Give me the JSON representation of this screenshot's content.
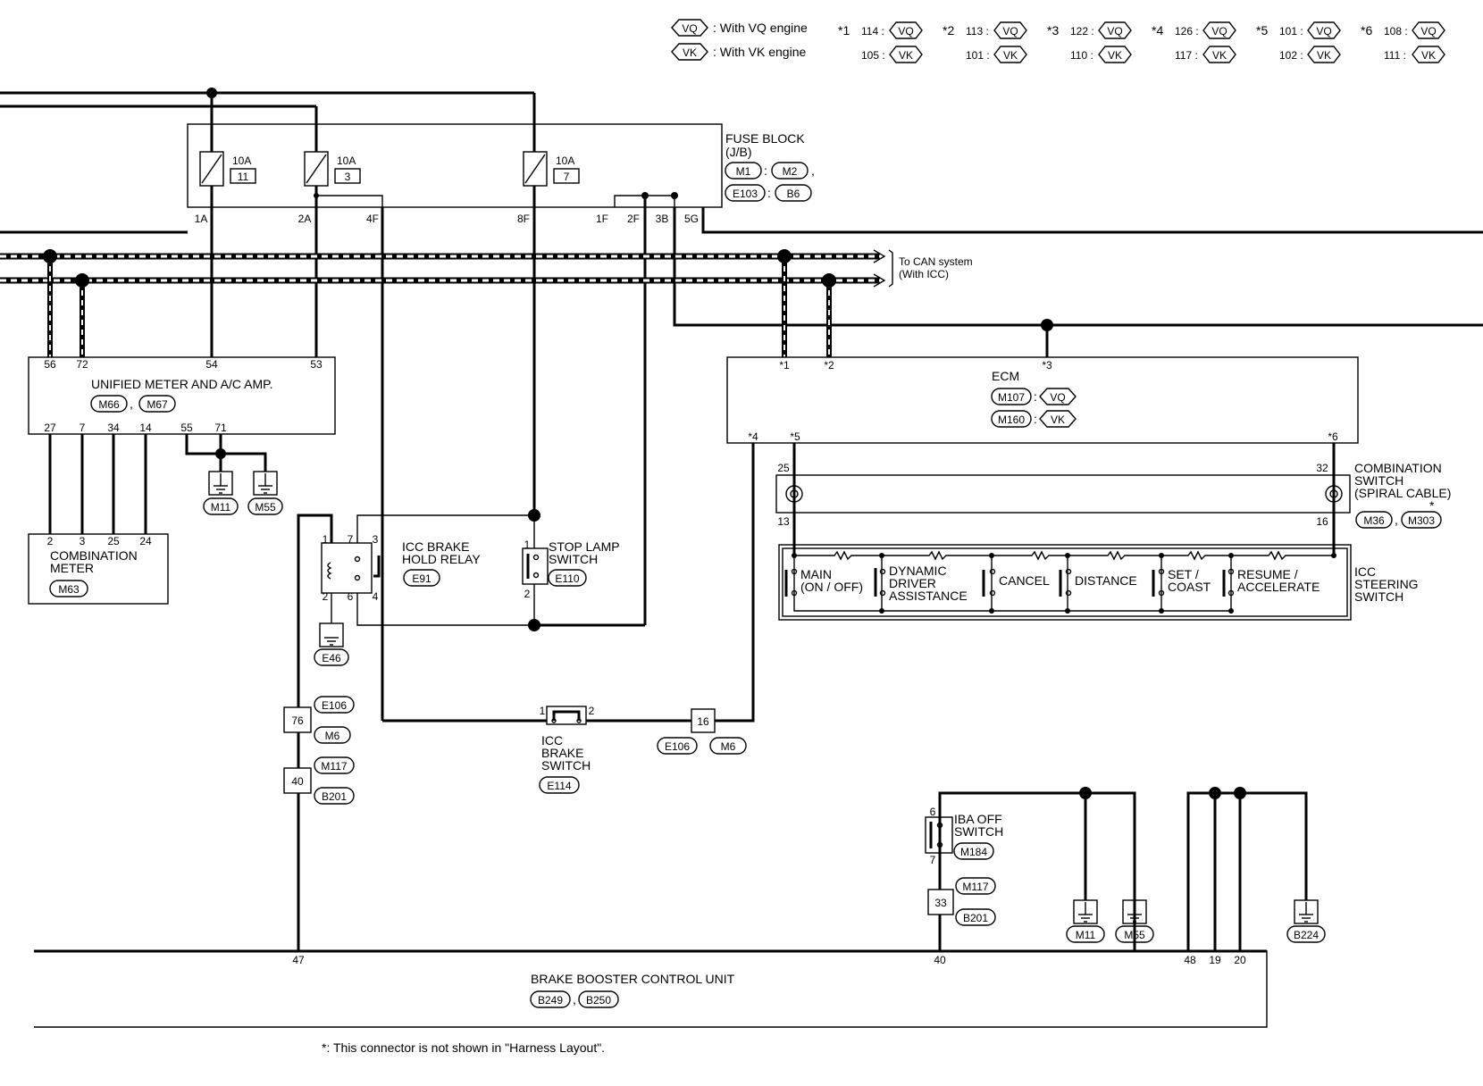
{
  "legend": {
    "vq": {
      "tag": "VQ",
      "text": ": With VQ engine"
    },
    "vk": {
      "tag": "VK",
      "text": ": With VK engine"
    },
    "pins": [
      {
        "star": "*1",
        "vq": "114",
        "vk": "105"
      },
      {
        "star": "*2",
        "vq": "113",
        "vk": "101"
      },
      {
        "star": "*3",
        "vq": "122",
        "vk": "110"
      },
      {
        "star": "*4",
        "vq": "126",
        "vk": "117"
      },
      {
        "star": "*5",
        "vq": "101",
        "vk": "102"
      },
      {
        "star": "*6",
        "vq": "108",
        "vk": "111"
      }
    ]
  },
  "fuse_block": {
    "title": "FUSE BLOCK",
    "sub": "(J/B)",
    "connectors": [
      "M1",
      "M2",
      "E103",
      "B6"
    ],
    "fuses": [
      {
        "amp": "10A",
        "num": "11"
      },
      {
        "amp": "10A",
        "num": "3"
      },
      {
        "amp": "10A",
        "num": "7"
      }
    ],
    "pins": [
      "1A",
      "2A",
      "4F",
      "8F",
      "1F",
      "2F",
      "3B",
      "5G"
    ]
  },
  "can": {
    "line1": "To CAN system",
    "line2": "(With ICC)"
  },
  "unified_meter": {
    "title": "UNIFIED METER AND A/C AMP.",
    "connectors": [
      "M66",
      "M67"
    ],
    "top_pins": [
      "56",
      "72",
      "54",
      "53"
    ],
    "bottom_pins": [
      "27",
      "7",
      "34",
      "14",
      "55",
      "71"
    ]
  },
  "grounds_meter": [
    "M11",
    "M55"
  ],
  "combination_meter": {
    "line1": "COMBINATION",
    "line2": "METER",
    "connector": "M63",
    "pins": [
      "2",
      "3",
      "25",
      "24"
    ]
  },
  "ecm": {
    "title": "ECM",
    "vq": {
      "conn": "M107",
      "tag": "VQ"
    },
    "vk": {
      "conn": "M160",
      "tag": "VK"
    },
    "top_pins": [
      "*1",
      "*2",
      "*3"
    ],
    "bottom_pins": [
      "*4",
      "*5",
      "*6"
    ]
  },
  "combination_switch": {
    "line1": "COMBINATION",
    "line2": "SWITCH",
    "line3": "(SPIRAL CABLE)",
    "star": "*",
    "connectors": [
      "M36",
      "M303"
    ],
    "pins": [
      "25",
      "32",
      "13",
      "16"
    ]
  },
  "steering_switch": {
    "line1": "ICC",
    "line2": "STEERING",
    "line3": "SWITCH",
    "buttons": [
      [
        "MAIN",
        "(ON / OFF)"
      ],
      [
        "DYNAMIC",
        "DRIVER",
        "ASSISTANCE"
      ],
      [
        "CANCEL"
      ],
      [
        "DISTANCE"
      ],
      [
        "SET /",
        "COAST"
      ],
      [
        "RESUME /",
        "ACCELERATE"
      ]
    ]
  },
  "brake_hold_relay": {
    "line1": "ICC BRAKE",
    "line2": "HOLD RELAY",
    "connector": "E91",
    "pins": [
      "1",
      "7",
      "3",
      "2",
      "6",
      "4"
    ]
  },
  "ground_e46": "E46",
  "stop_lamp": {
    "line1": "STOP LAMP",
    "line2": "SWITCH",
    "connector": "E110",
    "pins": [
      "1",
      "2"
    ]
  },
  "brake_switch": {
    "line1": "ICC",
    "line2": "BRAKE",
    "line3": "SWITCH",
    "connector": "E114",
    "pins": [
      "1",
      "2"
    ]
  },
  "joint16": {
    "num": "16",
    "conns": [
      "E106",
      "M6"
    ]
  },
  "joint76": {
    "num": "76",
    "conns": [
      "E106",
      "M6"
    ]
  },
  "joint40": {
    "num": "40",
    "conns": [
      "M117",
      "B201"
    ]
  },
  "iba": {
    "line1": "IBA OFF",
    "line2": "SWITCH",
    "connector": "M184",
    "pins": [
      "6",
      "7"
    ]
  },
  "joint33": {
    "num": "33",
    "conns": [
      "M117",
      "B201"
    ]
  },
  "grounds_bottom": [
    "M11",
    "M55",
    "B224"
  ],
  "bbcu": {
    "title": "BRAKE BOOSTER CONTROL UNIT",
    "connectors": [
      "B249",
      "B250"
    ],
    "pins": [
      "47",
      "40",
      "48",
      "19",
      "20"
    ]
  },
  "footnote": "*: This connector is not shown in \"Harness Layout\"."
}
